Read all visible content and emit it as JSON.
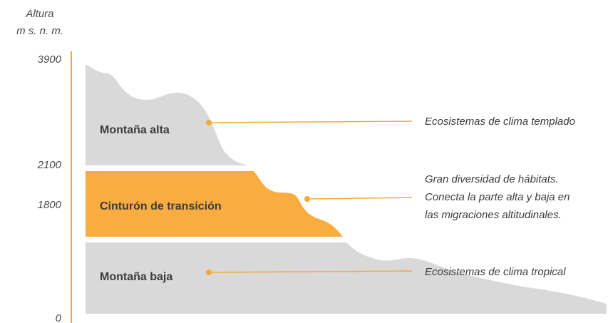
{
  "axis": {
    "title_line1": "Altura",
    "title_line2": "m s. n. m.",
    "ticks": [
      "3900",
      "2100",
      "1800",
      "0"
    ]
  },
  "zones": {
    "high": {
      "label": "Montaña alta",
      "note": "Ecosistemas de clima templado"
    },
    "transition": {
      "label": "Cinturón de transición",
      "note_line1": "Gran diversidad de hábitats.",
      "note_line2": "Conecta la parte alta y baja en",
      "note_line3": "las migraciones altitudinales."
    },
    "low": {
      "label": "Montaña baja",
      "note": "Ecosistemas de clima tropical"
    }
  },
  "colors": {
    "axis": "#f6a936",
    "gray_zone": "#d9d9d9",
    "transition_zone": "#f9ac40",
    "connector": "#f6a936",
    "dot": "#f6a936"
  }
}
